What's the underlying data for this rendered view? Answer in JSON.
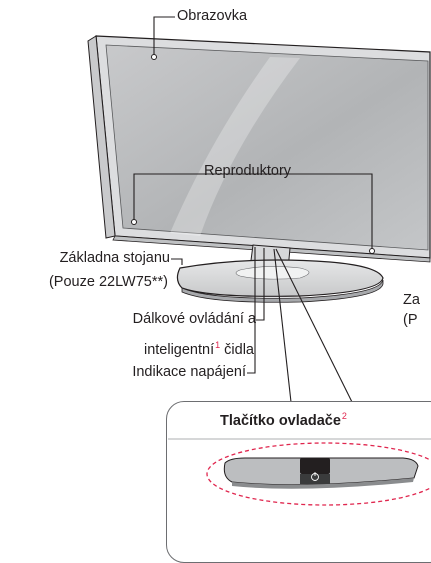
{
  "labels": {
    "screen": "Obrazovka",
    "speakers": "Reproduktory",
    "stand_base_line1": "Základna stojanu",
    "stand_base_line2": "(Pouze 22LW75**)",
    "remote_line1": "Dálkové ovládání a",
    "remote_line2_a": "inteligentní",
    "remote_line2_sup": "1",
    "remote_line2_b": " čidla",
    "power_indicator": "Indikace napájení",
    "cropped_line1": "Za",
    "cropped_line2": "(P"
  },
  "panel": {
    "title": "Tlačítko ovladače",
    "title_sup": "2"
  },
  "colors": {
    "line": "#231f20",
    "outline": "#6d6e71",
    "accent_dashed": "#e0264e",
    "screen_gray": "#bcbec0",
    "bezel_gray": "#d1d3d4",
    "button_dark": "#231f20"
  }
}
